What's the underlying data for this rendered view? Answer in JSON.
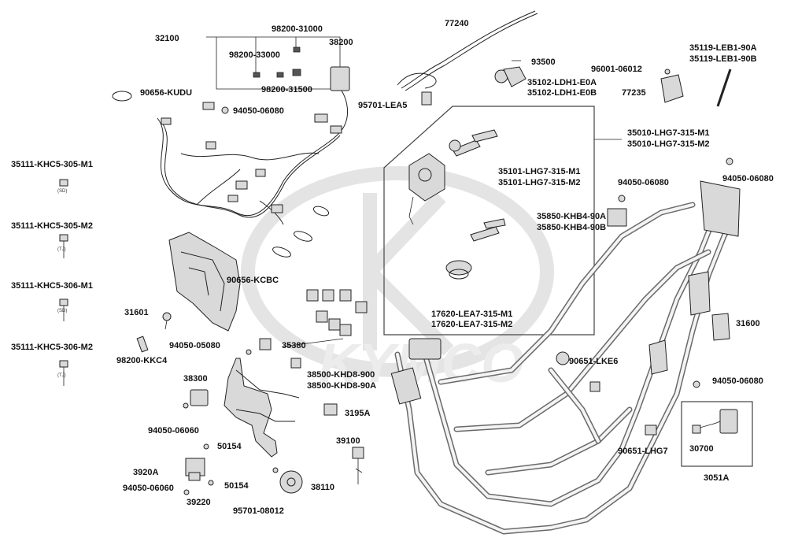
{
  "labels": {
    "p32100": "32100",
    "p98200_31000": "98200-31000",
    "p38200": "38200",
    "p98200_33000": "98200-33000",
    "p98200_31500": "98200-31500",
    "p90656_KUDU": "90656-KUDU",
    "p94050_06080_a": "94050-06080",
    "p35111_KHC5_305_M1": "35111-KHC5-305-M1",
    "p35111_KHC5_305_M2": "35111-KHC5-305-M2",
    "p35111_KHC5_306_M1": "35111-KHC5-306-M1",
    "p35111_KHC5_306_M2": "35111-KHC5-306-M2",
    "p90656_KCBC": "90656-KCBC",
    "p31601": "31601",
    "p98200_KKC4": "98200-KKC4",
    "p94050_05080": "94050-05080",
    "p35380": "35380",
    "p38500_KHD8_900": "38500-KHD8-900",
    "p38500_KHD8_90A": "38500-KHD8-90A",
    "p38300": "38300",
    "p3195A": "3195A",
    "p94050_06060_a": "94050-06060",
    "p50154_a": "50154",
    "p39100": "39100",
    "p3920A": "3920A",
    "p94050_06060_b": "94050-06060",
    "p50154_b": "50154",
    "p38110": "38110",
    "p39220": "39220",
    "p95701_08012": "95701-08012",
    "p77240": "77240",
    "p93500": "93500",
    "p35102_LDH1_E0A": "35102-LDH1-E0A",
    "p35102_LDH1_E0B": "35102-LDH1-E0B",
    "p95701_LEA5": "95701-LEA5",
    "p96001_06012": "96001-06012",
    "p77235": "77235",
    "p35119_LEB1_90A": "35119-LEB1-90A",
    "p35119_LEB1_90B": "35119-LEB1-90B",
    "p35010_LHG7_315_M1": "35010-LHG7-315-M1",
    "p35010_LHG7_315_M2": "35010-LHG7-315-M2",
    "p35101_LHG7_315_M1": "35101-LHG7-315-M1",
    "p35101_LHG7_315_M2": "35101-LHG7-315-M2",
    "p94050_06080_b": "94050-06080",
    "p94050_06080_c": "94050-06080",
    "p35850_KHB4_90A": "35850-KHB4-90A",
    "p35850_KHB4_90B": "35850-KHB4-90B",
    "p17620_LEA7_315_M1": "17620-LEA7-315-M1",
    "p17620_LEA7_315_M2": "17620-LEA7-315-M2",
    "p31600": "31600",
    "p90651_LKE6": "90651-LKE6",
    "p94050_06080_d": "94050-06080",
    "p90651_LHG7": "90651-LHG7",
    "p30700": "30700",
    "p3051A": "3051A"
  },
  "small_text": {
    "sd1": "(SD)",
    "tj1": "(TJ)",
    "sd2": "(SD)",
    "tj2": "(TJ)"
  },
  "watermark": {
    "brand": "KYMCO"
  }
}
